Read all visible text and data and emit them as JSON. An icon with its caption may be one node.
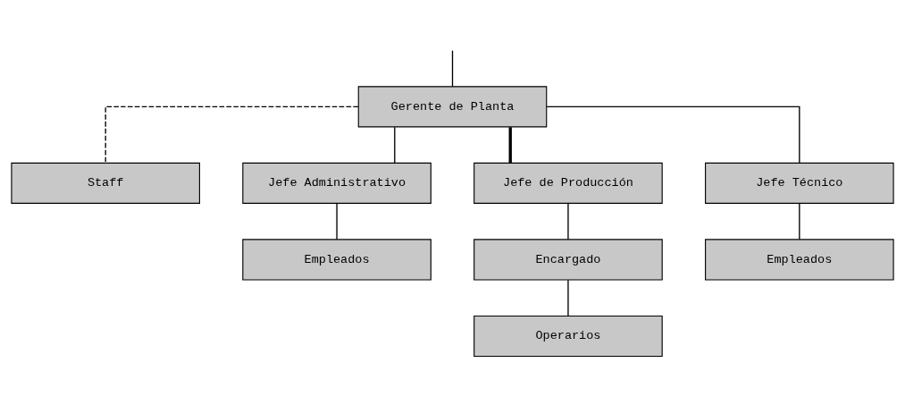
{
  "diagram": {
    "nodes": [
      {
        "text": [
          "Gerente de Planta"
        ]
      },
      {
        "text": [
          "Staff"
        ]
      },
      {
        "text": [
          "Jefe Administrativo"
        ]
      },
      {
        "text": [
          "Jefe de Producción"
        ]
      },
      {
        "text": [
          "Jefe Técnico"
        ]
      },
      {
        "text": [
          "Empleados"
        ]
      },
      {
        "text": [
          "Encargado"
        ]
      },
      {
        "text": [
          "Empleados"
        ]
      },
      {
        "text": [
          "Operarios"
        ]
      }
    ],
    "edges": [
      {
        "from": null,
        "to": 0,
        "arrow": "none"
      },
      {
        "from": 0,
        "to": 1,
        "arrow": "none",
        "style": "dashed"
      },
      {
        "from": 0,
        "to": 2,
        "arrow": "none"
      },
      {
        "from": 0,
        "to": 3,
        "arrow": "none",
        "style": "thick"
      },
      {
        "from": 0,
        "to": 4,
        "arrow": "none"
      },
      {
        "from": 2,
        "to": 5,
        "arrow": "none"
      },
      {
        "from": 3,
        "to": 6,
        "arrow": "none"
      },
      {
        "from": 6,
        "to": 8,
        "arrow": "none"
      },
      {
        "from": 4,
        "to": 7,
        "arrow": "none"
      }
    ]
  }
}
